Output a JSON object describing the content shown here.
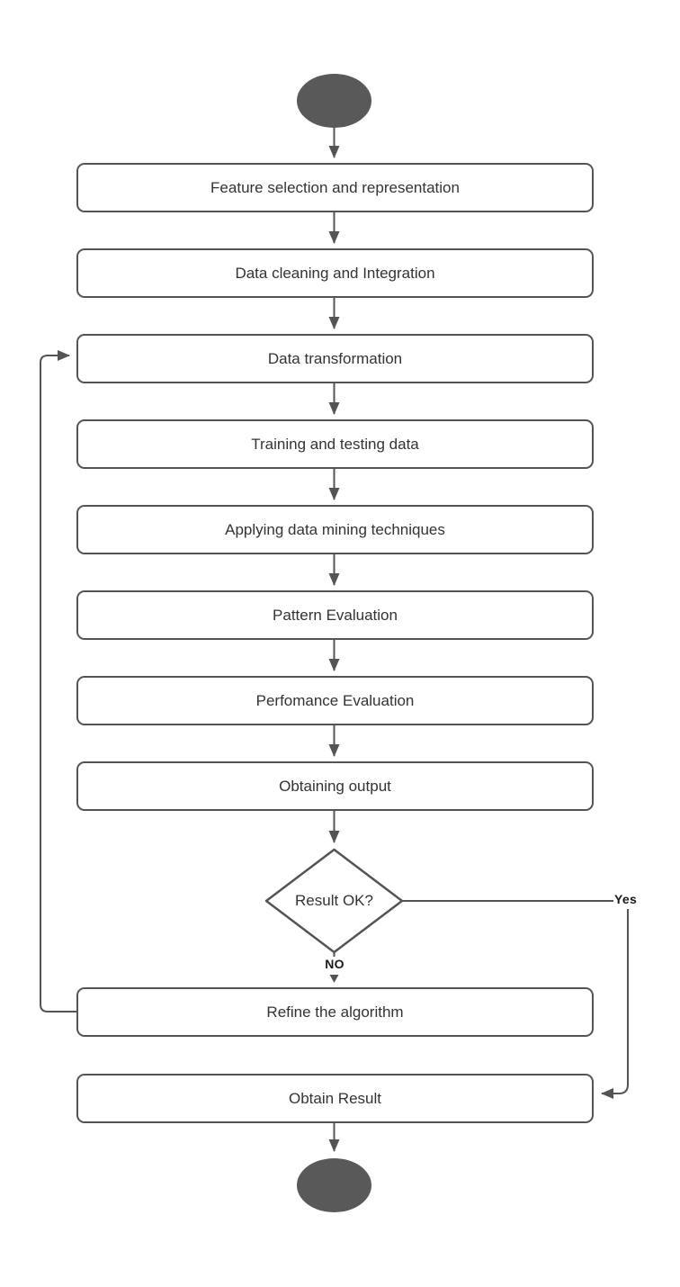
{
  "flowchart": {
    "steps": [
      {
        "label": "Feature selection and representation"
      },
      {
        "label": "Data cleaning and Integration"
      },
      {
        "label": "Data transformation"
      },
      {
        "label": "Training and testing data"
      },
      {
        "label": "Applying data mining techniques"
      },
      {
        "label": "Pattern Evaluation"
      },
      {
        "label": "Perfomance Evaluation"
      },
      {
        "label": "Obtaining output"
      },
      {
        "label": "Refine the algorithm"
      },
      {
        "label": "Obtain Result"
      }
    ],
    "decision": {
      "label": "Result OK?",
      "no_label": "NO",
      "yes_label": "Yes"
    },
    "colors": {
      "line": "#545454",
      "node_border": "#545454",
      "node_bg": "#ffffff",
      "terminal_fill": "#595959",
      "text": "#333333",
      "branch_label_text": "#1a1a1a"
    }
  }
}
